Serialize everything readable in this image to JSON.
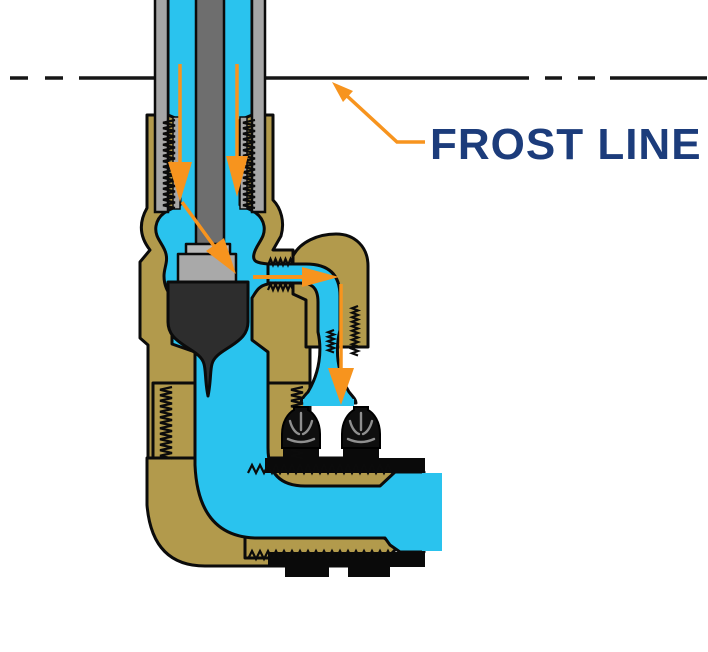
{
  "figure": {
    "title": "Frost-proof yard hydrant cutaway",
    "label": {
      "text": "FROST LINE",
      "color": "#1C3C7B"
    },
    "colors": {
      "background": "#FFFFFF",
      "water": "#2AC3EE",
      "brass_body": "#B29A4C",
      "pipe_wall_gray": "#A6A6A6",
      "operating_rod_gray": "#6E6E6E",
      "plunger_cap_gray": "#B9B9B9",
      "valve_seal_black": "#2D2D2D",
      "poly_pipe_black": "#0A0A0A",
      "flow_arrow_orange": "#F7941E",
      "frost_line_black": "#161616",
      "outline_black": "#0B0B0B"
    },
    "parts": [
      "frost line",
      "standpipe",
      "operating rod",
      "water passage",
      "threaded brass coupling",
      "hydrant valve body",
      "valve plunger seal",
      "outlet spout",
      "water stream",
      "supply elbow",
      "barbed fitting",
      "poly supply pipe",
      "hose clamps"
    ],
    "flow_arrows": {
      "color": "#F7941E",
      "directions": [
        "down left channel",
        "down right channel",
        "diagonal toward valve seat",
        "right through outlet",
        "down out of spout"
      ]
    }
  }
}
